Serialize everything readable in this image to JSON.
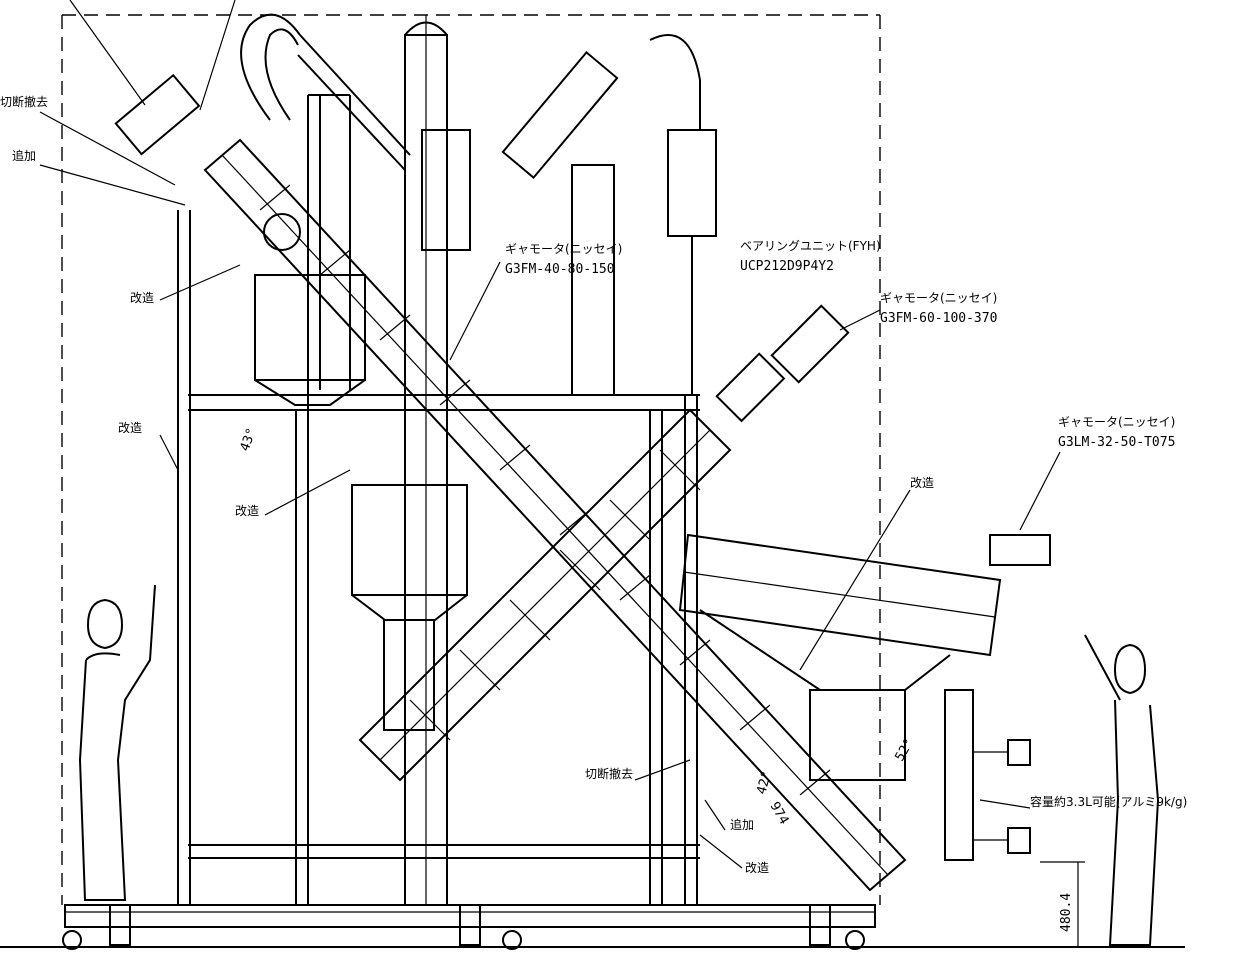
{
  "annotations": {
    "cut_remove_top": "切断撤去",
    "add_top": "追加",
    "modify_1": "改造",
    "modify_2": "改造",
    "modify_3": "改造",
    "angle_43": "43°",
    "gearmotor_1_name": "ギャモータ(ニッセイ)",
    "gearmotor_1_model": "G3FM-40-80-150",
    "bearing_name": "ベアリングユニット(FYH)",
    "bearing_model": "UCP212D9P4Y2",
    "gearmotor_2_name": "ギャモータ(ニッセイ)",
    "gearmotor_2_model": "G3FM-60-100-370",
    "gearmotor_3_name": "ギャモータ(ニッセイ)",
    "gearmotor_3_model": "G3LM-32-50-T075",
    "modify_right": "改造",
    "angle_52": "52°",
    "angle_42": "42°",
    "dim_974": "974",
    "cut_remove_bottom": "切断撤去",
    "add_bottom": "追加",
    "modify_bottom": "改造",
    "capacity": "容量約3.3L可能(アルミ9k/g)",
    "dim_480": "480.4"
  }
}
